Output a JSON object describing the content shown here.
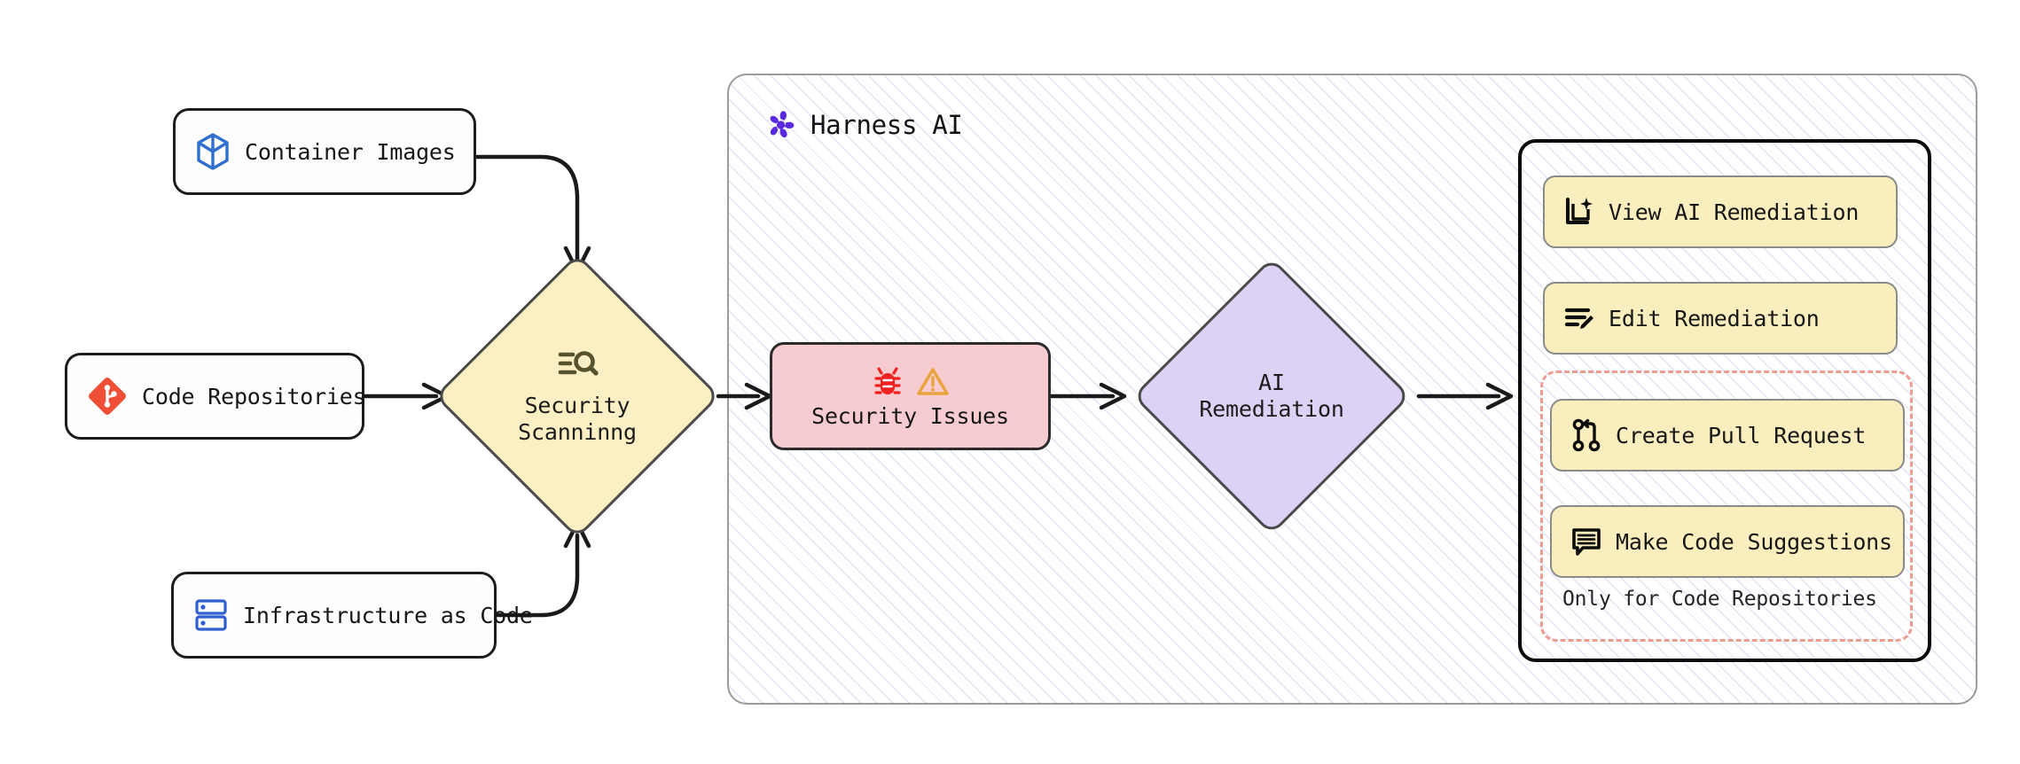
{
  "diagram": {
    "title": "Harness AI security scanning and remediation flow",
    "sources": [
      {
        "id": "container-images",
        "label": "Container Images",
        "icon": "cube-icon",
        "icon_color": "#2f6fd0"
      },
      {
        "id": "code-repositories",
        "label": "Code Repositories",
        "icon": "git-icon",
        "icon_color": "#ef4f37"
      },
      {
        "id": "infrastructure-as-code",
        "label": "Infrastructure as Code",
        "icon": "server-rack-icon",
        "icon_color": "#2f5fd0"
      }
    ],
    "scan": {
      "label_line1": "Security",
      "label_line2": "Scanninng",
      "icon": "scan-search-icon",
      "fill": "#fcefc3"
    },
    "panel": {
      "title": "Harness AI",
      "logo_icon": "harness-pinwheel-icon",
      "logo_color": "#5b2ae0"
    },
    "issues": {
      "label": "Security Issues",
      "icons": [
        "bug-icon",
        "warning-triangle-icon"
      ],
      "bug_color": "#ef2222",
      "warning_color": "#e8a33d",
      "fill": "#f7ccd0"
    },
    "remediation": {
      "label_line1": "AI",
      "label_line2": "Remediation",
      "fill": "#ddd2f5"
    },
    "actions": [
      {
        "id": "view-ai-remediation",
        "label": "View AI Remediation",
        "icon": "document-sparkle-icon",
        "restricted": false
      },
      {
        "id": "edit-remediation",
        "label": "Edit Remediation",
        "icon": "lines-pencil-icon",
        "restricted": false
      },
      {
        "id": "create-pull-request",
        "label": "Create Pull Request",
        "icon": "git-pull-request-icon",
        "restricted": true
      },
      {
        "id": "make-code-suggestions",
        "label": "Make Code Suggestions",
        "icon": "comment-lines-icon",
        "restricted": true
      }
    ],
    "restriction_note": "Only for Code Repositories",
    "colors": {
      "node_border": "#1d1d1d",
      "edge": "#1a1a1a",
      "dashed_border": "#f09b91",
      "button_fill": "#fbeebe",
      "panel_hatch": "#7d7ddc"
    }
  }
}
